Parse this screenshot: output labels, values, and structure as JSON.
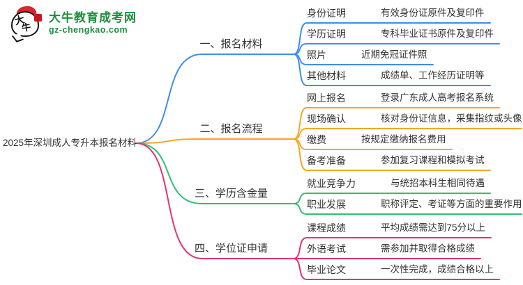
{
  "logo": {
    "title": "大牛教育成考网",
    "subtitle": "gz-chengkao.com",
    "brand_color": "#1E8E3E",
    "mark_char_top": "大",
    "mark_char_bottom": "牛",
    "mark_red": "#D9262C"
  },
  "mindmap": {
    "root": {
      "label": "2025年深圳成人专升本报名材料"
    },
    "branches": [
      {
        "label": "一、报名材料",
        "color": "#3E8DF0",
        "items": [
          {
            "label": "身份证明",
            "desc": "有效身份证原件及复印件"
          },
          {
            "label": "学历证明",
            "desc": "专科毕业证书原件及复印件"
          },
          {
            "label": "照片",
            "desc": "近期免冠证件照"
          },
          {
            "label": "其他材料",
            "desc": "成绩单、工作经历证明等"
          }
        ]
      },
      {
        "label": "二、报名流程",
        "color": "#F5A623",
        "items": [
          {
            "label": "网上报名",
            "desc": "登录广东成人高考报名系统"
          },
          {
            "label": "现场确认",
            "desc": "核对身份证信息，采集指纹或头像"
          },
          {
            "label": "缴费",
            "desc": "按规定缴纳报名费用"
          },
          {
            "label": "备考准备",
            "desc": "参加复习课程和模拟考试"
          }
        ]
      },
      {
        "label": "三、学历含金量",
        "color": "#2EC06F",
        "items": [
          {
            "label": "就业竞争力",
            "desc": "与统招本科生相同待遇"
          },
          {
            "label": "职业发展",
            "desc": "职称评定、考证等方面的重要作用"
          }
        ]
      },
      {
        "label": "四、学位证申请",
        "color": "#EB2F6F",
        "items": [
          {
            "label": "课程成绩",
            "desc": "平均成绩需达到75分以上"
          },
          {
            "label": "外语考试",
            "desc": "需参加并取得合格成绩"
          },
          {
            "label": "毕业论文",
            "desc": "一次性完成，成绩合格以上"
          }
        ]
      }
    ]
  }
}
